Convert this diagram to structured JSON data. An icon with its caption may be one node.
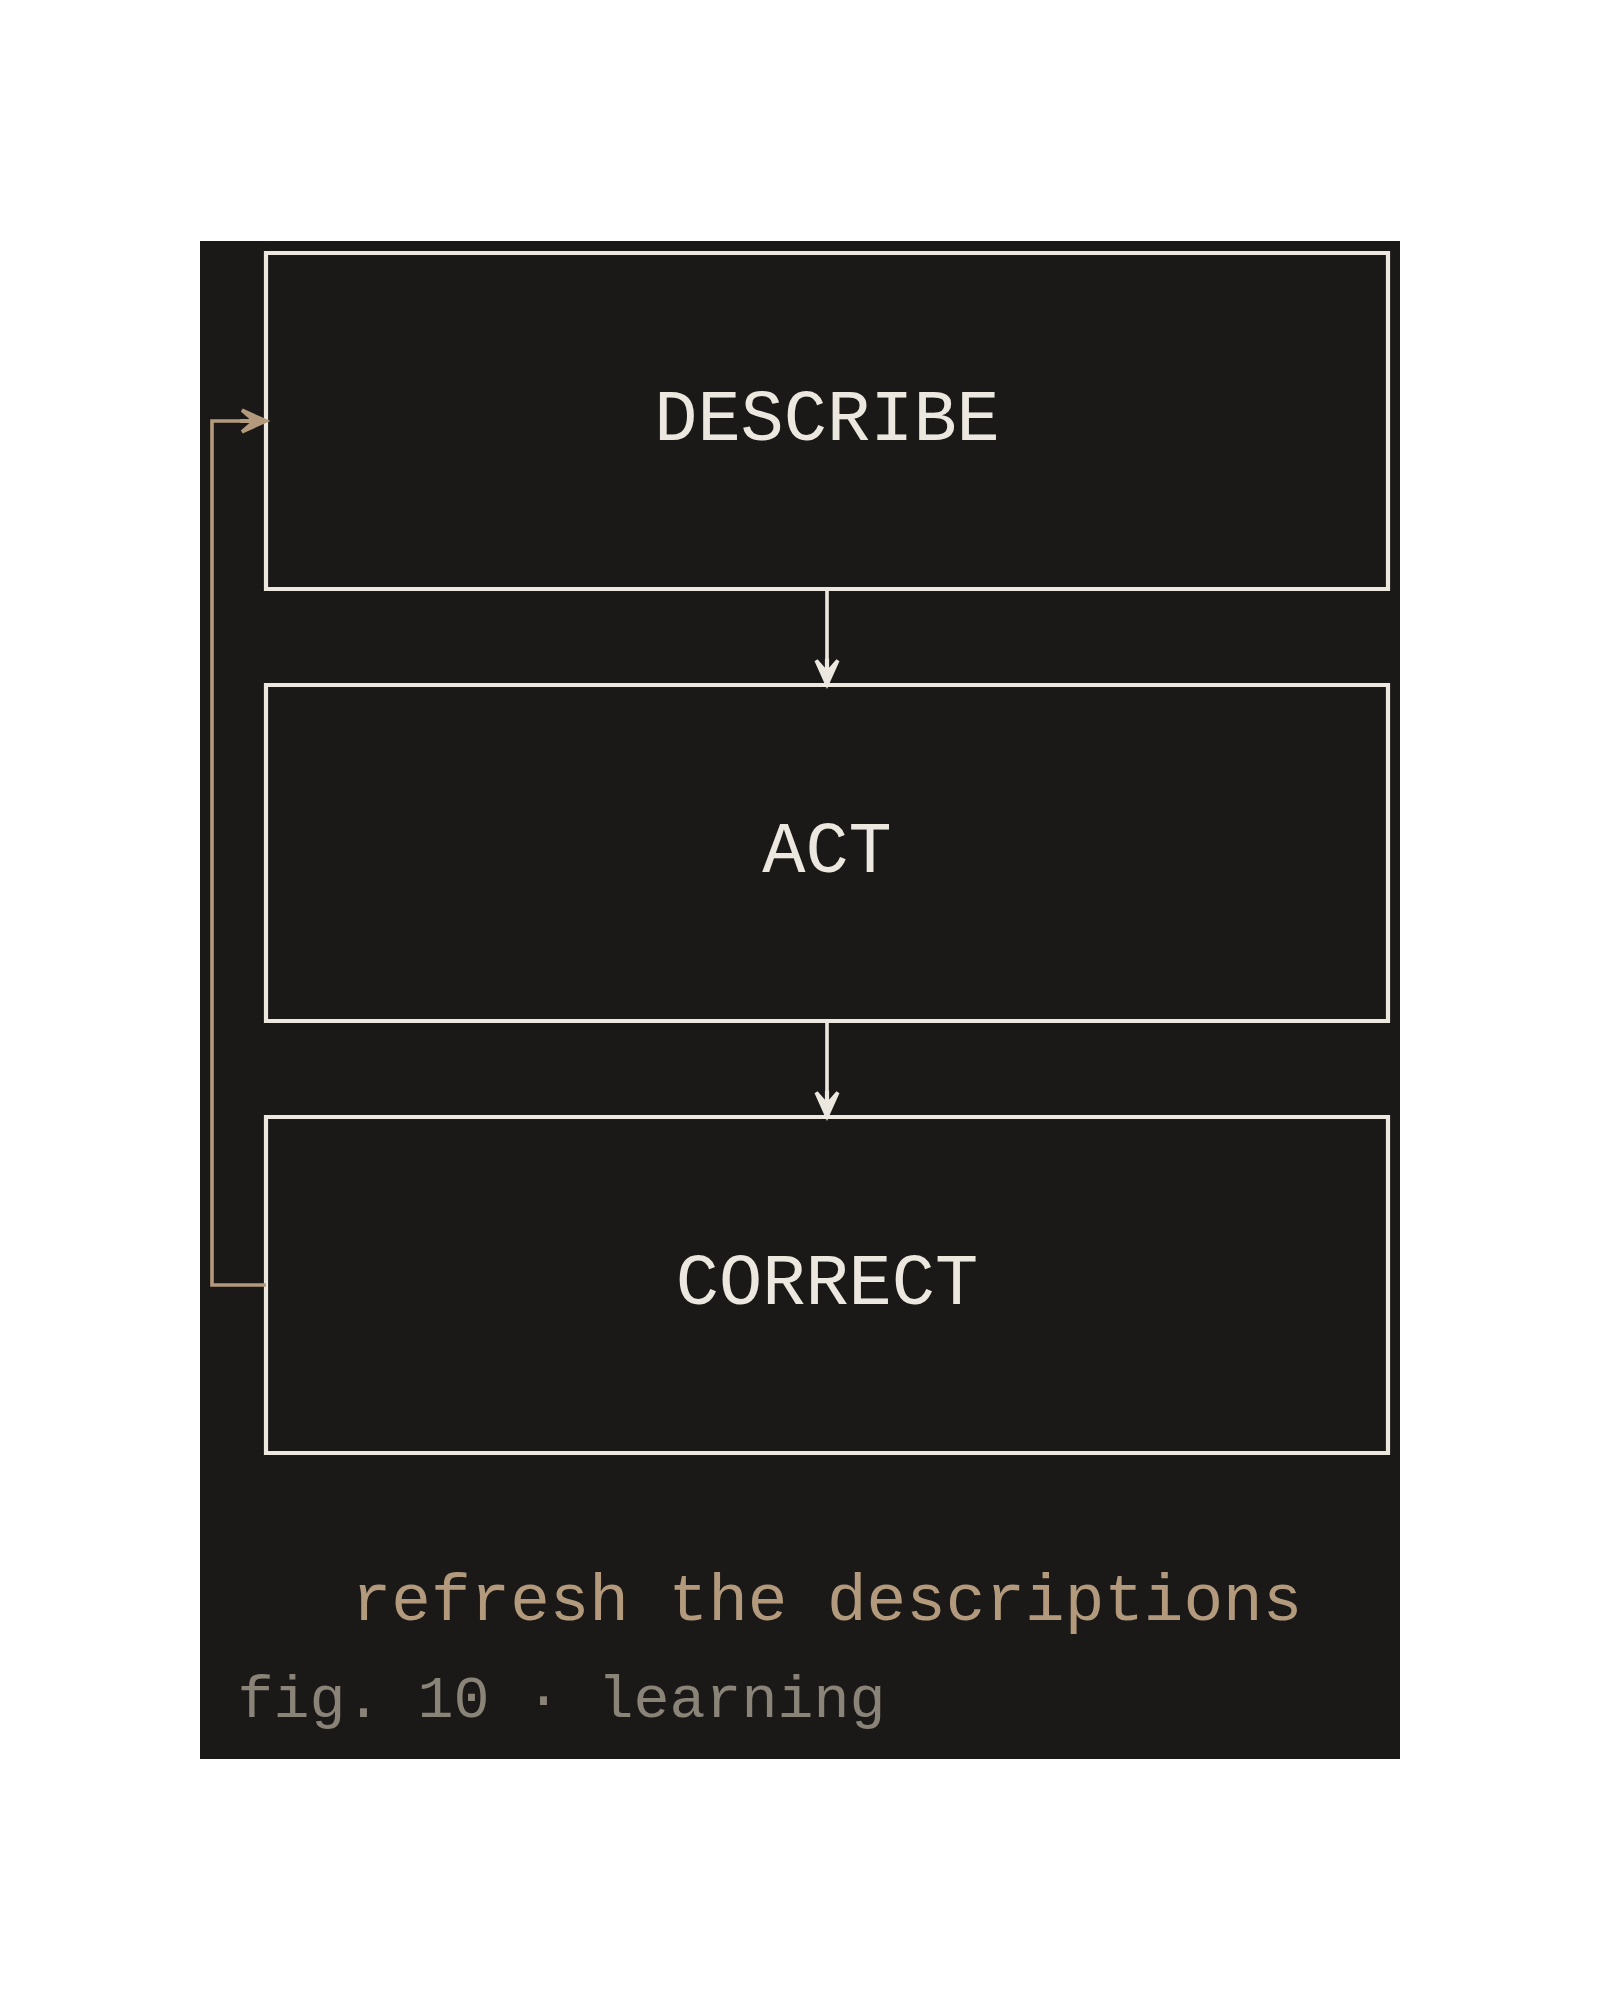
{
  "diagram": {
    "caption": "fig. 10 · learning",
    "nodes": [
      {
        "text": [
          "DESCRIBE"
        ]
      },
      {
        "text": [
          "ACT"
        ]
      },
      {
        "text": [
          "CORRECT"
        ]
      }
    ],
    "edges": [
      {
        "from": 0,
        "to": 1,
        "arrow": "to"
      },
      {
        "from": 1,
        "to": 2,
        "arrow": "to"
      },
      {
        "from": 2,
        "to": 0,
        "arrow": "to",
        "color": "#b39a7c"
      }
    ],
    "labels": [
      "refresh the descriptions"
    ]
  }
}
